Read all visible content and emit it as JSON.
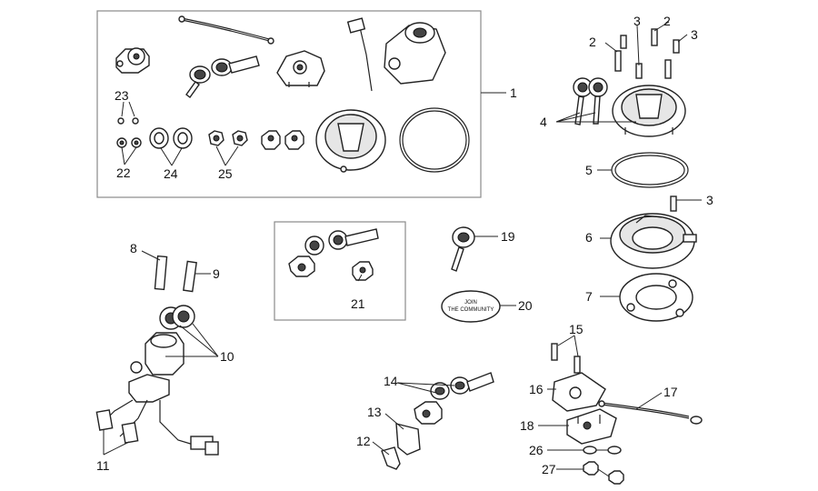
{
  "labels": {
    "l1": "1",
    "l2a": "2",
    "l2b": "2",
    "l3a": "3",
    "l3b": "3",
    "l3c": "3",
    "l4": "4",
    "l5": "5",
    "l6": "6",
    "l7": "7",
    "l8": "8",
    "l9": "9",
    "l10": "10",
    "l11": "11",
    "l12": "12",
    "l13": "13",
    "l14": "14",
    "l15": "15",
    "l16": "16",
    "l17": "17",
    "l18": "18",
    "l19": "19",
    "l20": "20",
    "l21": "21",
    "l22": "22",
    "l23": "23",
    "l24": "24",
    "l25": "25",
    "l26": "26",
    "l27": "27"
  },
  "badge_text": {
    "line1": "JOIN",
    "line2": "THE COMMUNITY"
  }
}
